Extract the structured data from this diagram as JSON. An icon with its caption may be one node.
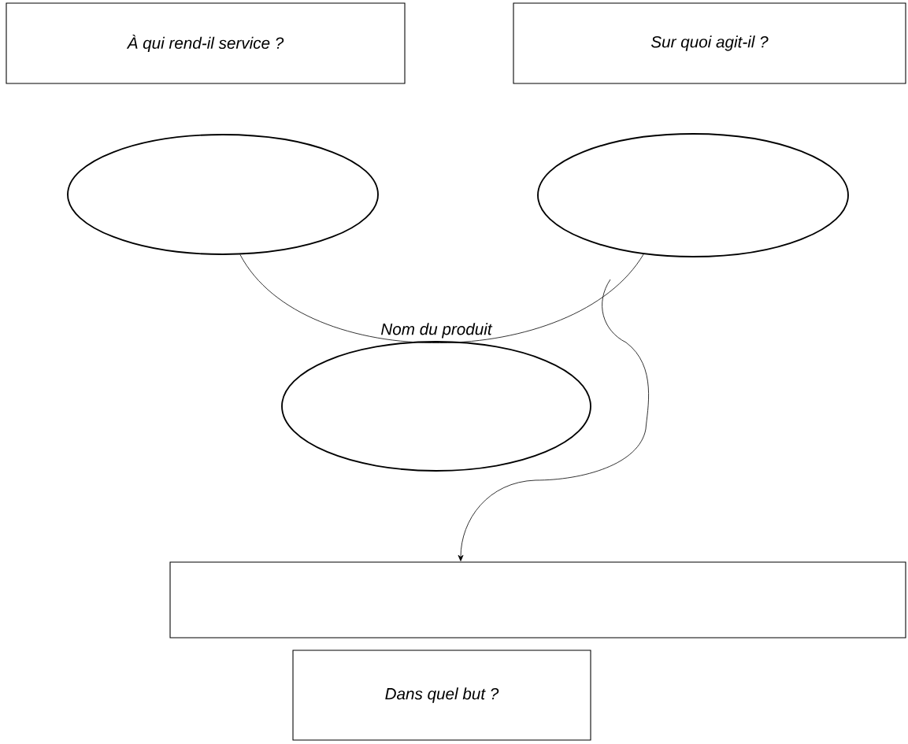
{
  "diagram": {
    "nodes": [
      {
        "text": [
          "À qui rend-il service ?"
        ]
      },
      {
        "text": [
          "Sur quoi agit-il ?"
        ]
      },
      {
        "text": [],
        "shape": "ellipse"
      },
      {
        "text": [],
        "shape": "ellipse"
      },
      {
        "text": [
          "Nom du produit"
        ]
      },
      {
        "text": [],
        "shape": "box"
      },
      {
        "text": [
          "Dans quel but ?"
        ]
      }
    ],
    "edges": [
      {
        "from": 2,
        "to": 3,
        "arrow": "none"
      },
      {
        "from": null,
        "to": 5,
        "arrow": "to"
      }
    ]
  }
}
